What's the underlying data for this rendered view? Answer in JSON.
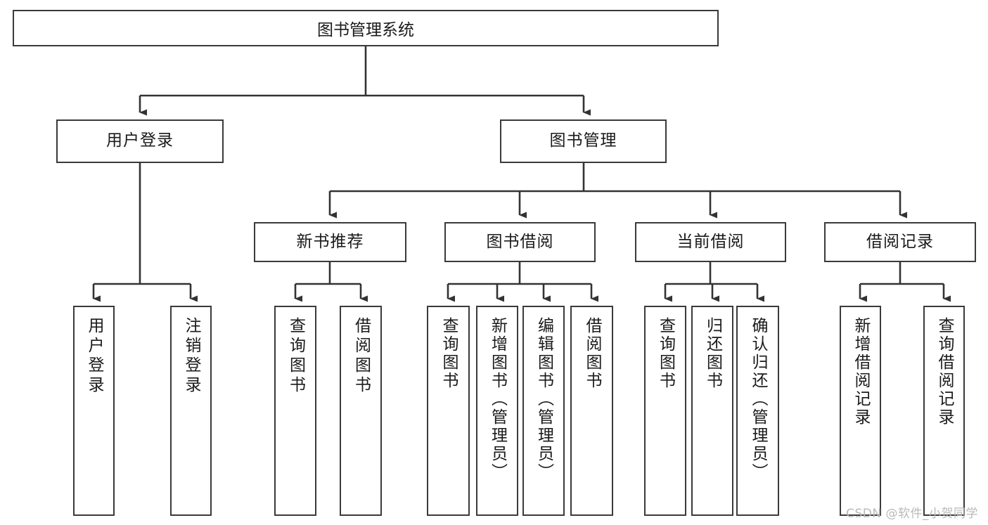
{
  "diagram": {
    "title": "图书管理系统",
    "type": "functional-structure-tree",
    "watermark": "CSDN @软件_小贺同学",
    "colors": {
      "box_border": "#3a3a3a",
      "box_fill": "#ffffff",
      "connector": "#333333",
      "text": "#1a1a1a",
      "watermark": "#b9b9b9",
      "background": "#ffffff"
    },
    "root": {
      "label": "图书管理系统"
    },
    "level2": [
      {
        "label": "用户登录"
      },
      {
        "label": "图书管理"
      }
    ],
    "level3": [
      {
        "label": "新书推荐"
      },
      {
        "label": "图书借阅"
      },
      {
        "label": "当前借阅"
      },
      {
        "label": "借阅记录"
      }
    ],
    "leaves": {
      "user_login": [
        {
          "label": "用户登录"
        },
        {
          "label": "注销登录"
        }
      ],
      "new_book_recommend": [
        {
          "label": "查询图书"
        },
        {
          "label": "借阅图书"
        }
      ],
      "book_borrow": [
        {
          "label": "查询图书"
        },
        {
          "label": "新增图书（管理员）"
        },
        {
          "label": "编辑图书（管理员）"
        },
        {
          "label": "借阅图书"
        }
      ],
      "current_borrow": [
        {
          "label": "查询图书"
        },
        {
          "label": "归还图书"
        },
        {
          "label": "确认归还（管理员）"
        }
      ],
      "borrow_record": [
        {
          "label": "新增借阅记录"
        },
        {
          "label": "查询借阅记录"
        }
      ]
    }
  }
}
